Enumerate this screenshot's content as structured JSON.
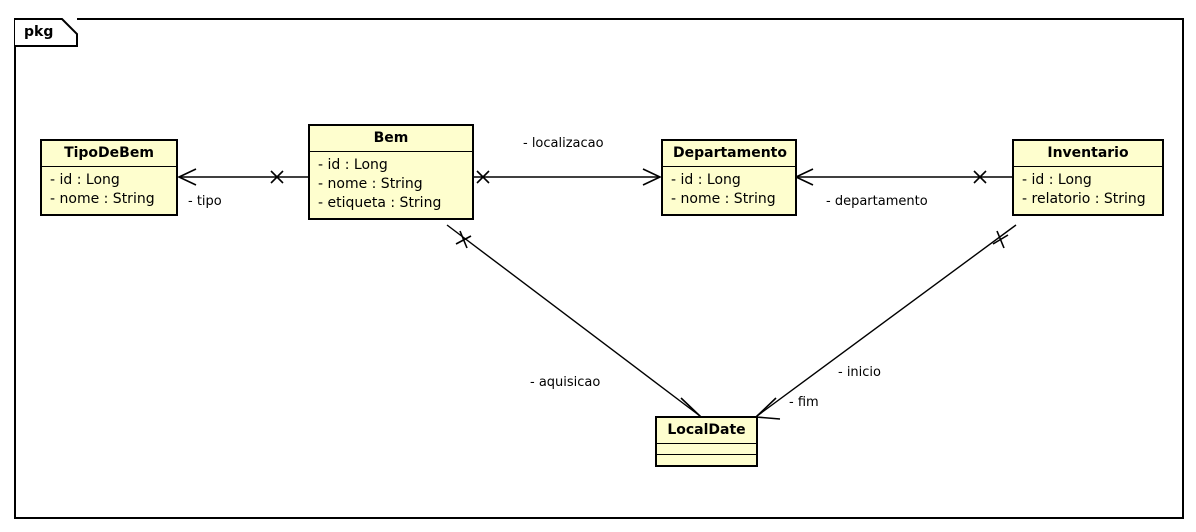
{
  "diagram": {
    "type": "uml-class-diagram",
    "package_tab_label": "pkg",
    "background_color": "#ffffff",
    "class_fill_color": "#fefece",
    "class_border_color": "#000000",
    "line_color": "#000000"
  },
  "classes": [
    {
      "id": "tipodebem",
      "name": "TipoDeBem",
      "attributes": [
        "- id : Long",
        "- nome : String"
      ]
    },
    {
      "id": "bem",
      "name": "Bem",
      "attributes": [
        "- id : Long",
        "- nome : String",
        "- etiqueta : String"
      ]
    },
    {
      "id": "departamento",
      "name": "Departamento",
      "attributes": [
        "- id : Long",
        "- nome : String"
      ]
    },
    {
      "id": "inventario",
      "name": "Inventario",
      "attributes": [
        "- id : Long",
        "- relatorio : String"
      ]
    },
    {
      "id": "localdate",
      "name": "LocalDate",
      "attributes": []
    }
  ],
  "associations": [
    {
      "id": "tipo",
      "label": "- tipo",
      "from": "Bem",
      "to": "TipoDeBem"
    },
    {
      "id": "localizacao",
      "label": "- localizacao",
      "from": "Bem",
      "to": "Departamento"
    },
    {
      "id": "departamento",
      "label": "- departamento",
      "from": "Inventario",
      "to": "Departamento"
    },
    {
      "id": "aquisicao",
      "label": "- aquisicao",
      "from": "Bem",
      "to": "LocalDate"
    },
    {
      "id": "inicio",
      "label": "- inicio",
      "from": "Inventario",
      "to": "LocalDate"
    },
    {
      "id": "fim",
      "label": "- fim",
      "from": "Inventario",
      "to": "LocalDate"
    }
  ]
}
